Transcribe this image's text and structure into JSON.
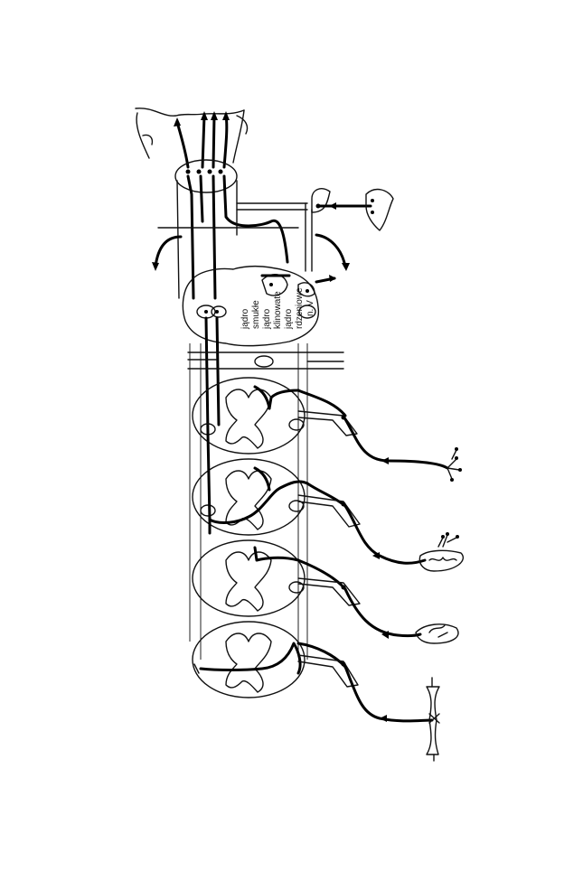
{
  "figure": {
    "labels": {
      "nucleus_1": "jądro",
      "nucleus_1b": "smukłe",
      "nucleus_2": "jądro",
      "nucleus_2b": "klinowate",
      "nucleus_3": "jądro",
      "nucleus_3b": "rdzeniowe",
      "nucleus_3c": "n. V"
    }
  }
}
